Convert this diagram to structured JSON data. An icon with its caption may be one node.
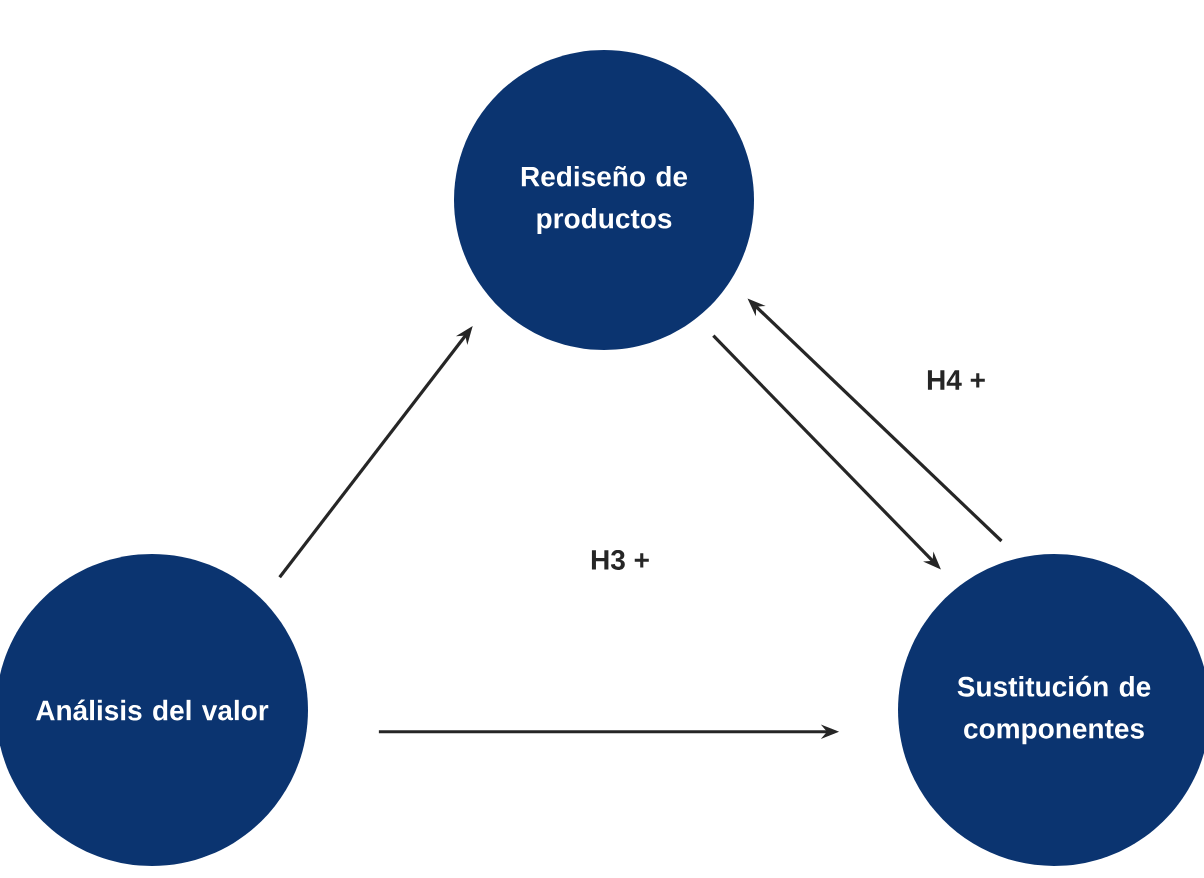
{
  "diagram": {
    "nodes": [
      {
        "text": [
          "Rediseño de productos"
        ]
      },
      {
        "text": [
          "Análisis del valor"
        ]
      },
      {
        "text": [
          "Sustitución de componentes"
        ]
      }
    ],
    "edges": [
      {
        "from": 1,
        "to": 0,
        "arrow": "to"
      },
      {
        "from": 0,
        "to": 2,
        "arrow": "to"
      },
      {
        "from": 2,
        "to": 0,
        "arrow": "to"
      },
      {
        "from": 1,
        "to": 2,
        "arrow": "to"
      }
    ],
    "labels": [
      "H4 +",
      "H3 +"
    ]
  }
}
